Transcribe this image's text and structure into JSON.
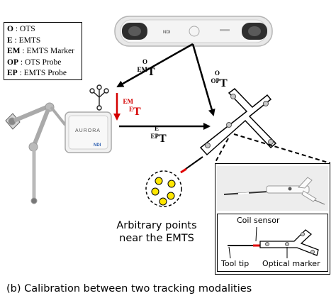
{
  "legend": {
    "items": [
      {
        "key": "O",
        "sep": " : ",
        "desc": "OTS"
      },
      {
        "key": "E",
        "sep": " : ",
        "desc": "EMTS"
      },
      {
        "key": "EM",
        "sep": " : ",
        "desc": "EMTS Marker"
      },
      {
        "key": "OP",
        "sep": " : ",
        "desc": "OTS Probe"
      },
      {
        "key": "EP",
        "sep": " : ",
        "desc": "EMTS Probe"
      }
    ]
  },
  "transforms": {
    "o_em": {
      "sup": "O",
      "sub": "EM",
      "T": "T"
    },
    "o_op": {
      "sup": "O",
      "sub": "OP",
      "T": "T"
    },
    "em_e": {
      "sup": "EM",
      "sub": "E",
      "T": "T"
    },
    "e_ep": {
      "sup": "E",
      "sub": "EP",
      "T": "T"
    }
  },
  "devices": {
    "ots_brand": "NDI",
    "emts_brand": "AURORA",
    "emts_logo": "NDI"
  },
  "labels": {
    "arbitrary_points": "Arbitrary points near the EMTS",
    "coil_sensor": "Coil sensor",
    "tool_tip": "Tool tip",
    "optical_marker": "Optical marker"
  },
  "caption": "(b) Calibration between two tracking modalities",
  "colors": {
    "arrow": "#000000",
    "em_arrow": "#d40000",
    "point_fill": "#ffe600",
    "coil": "#e00000"
  }
}
